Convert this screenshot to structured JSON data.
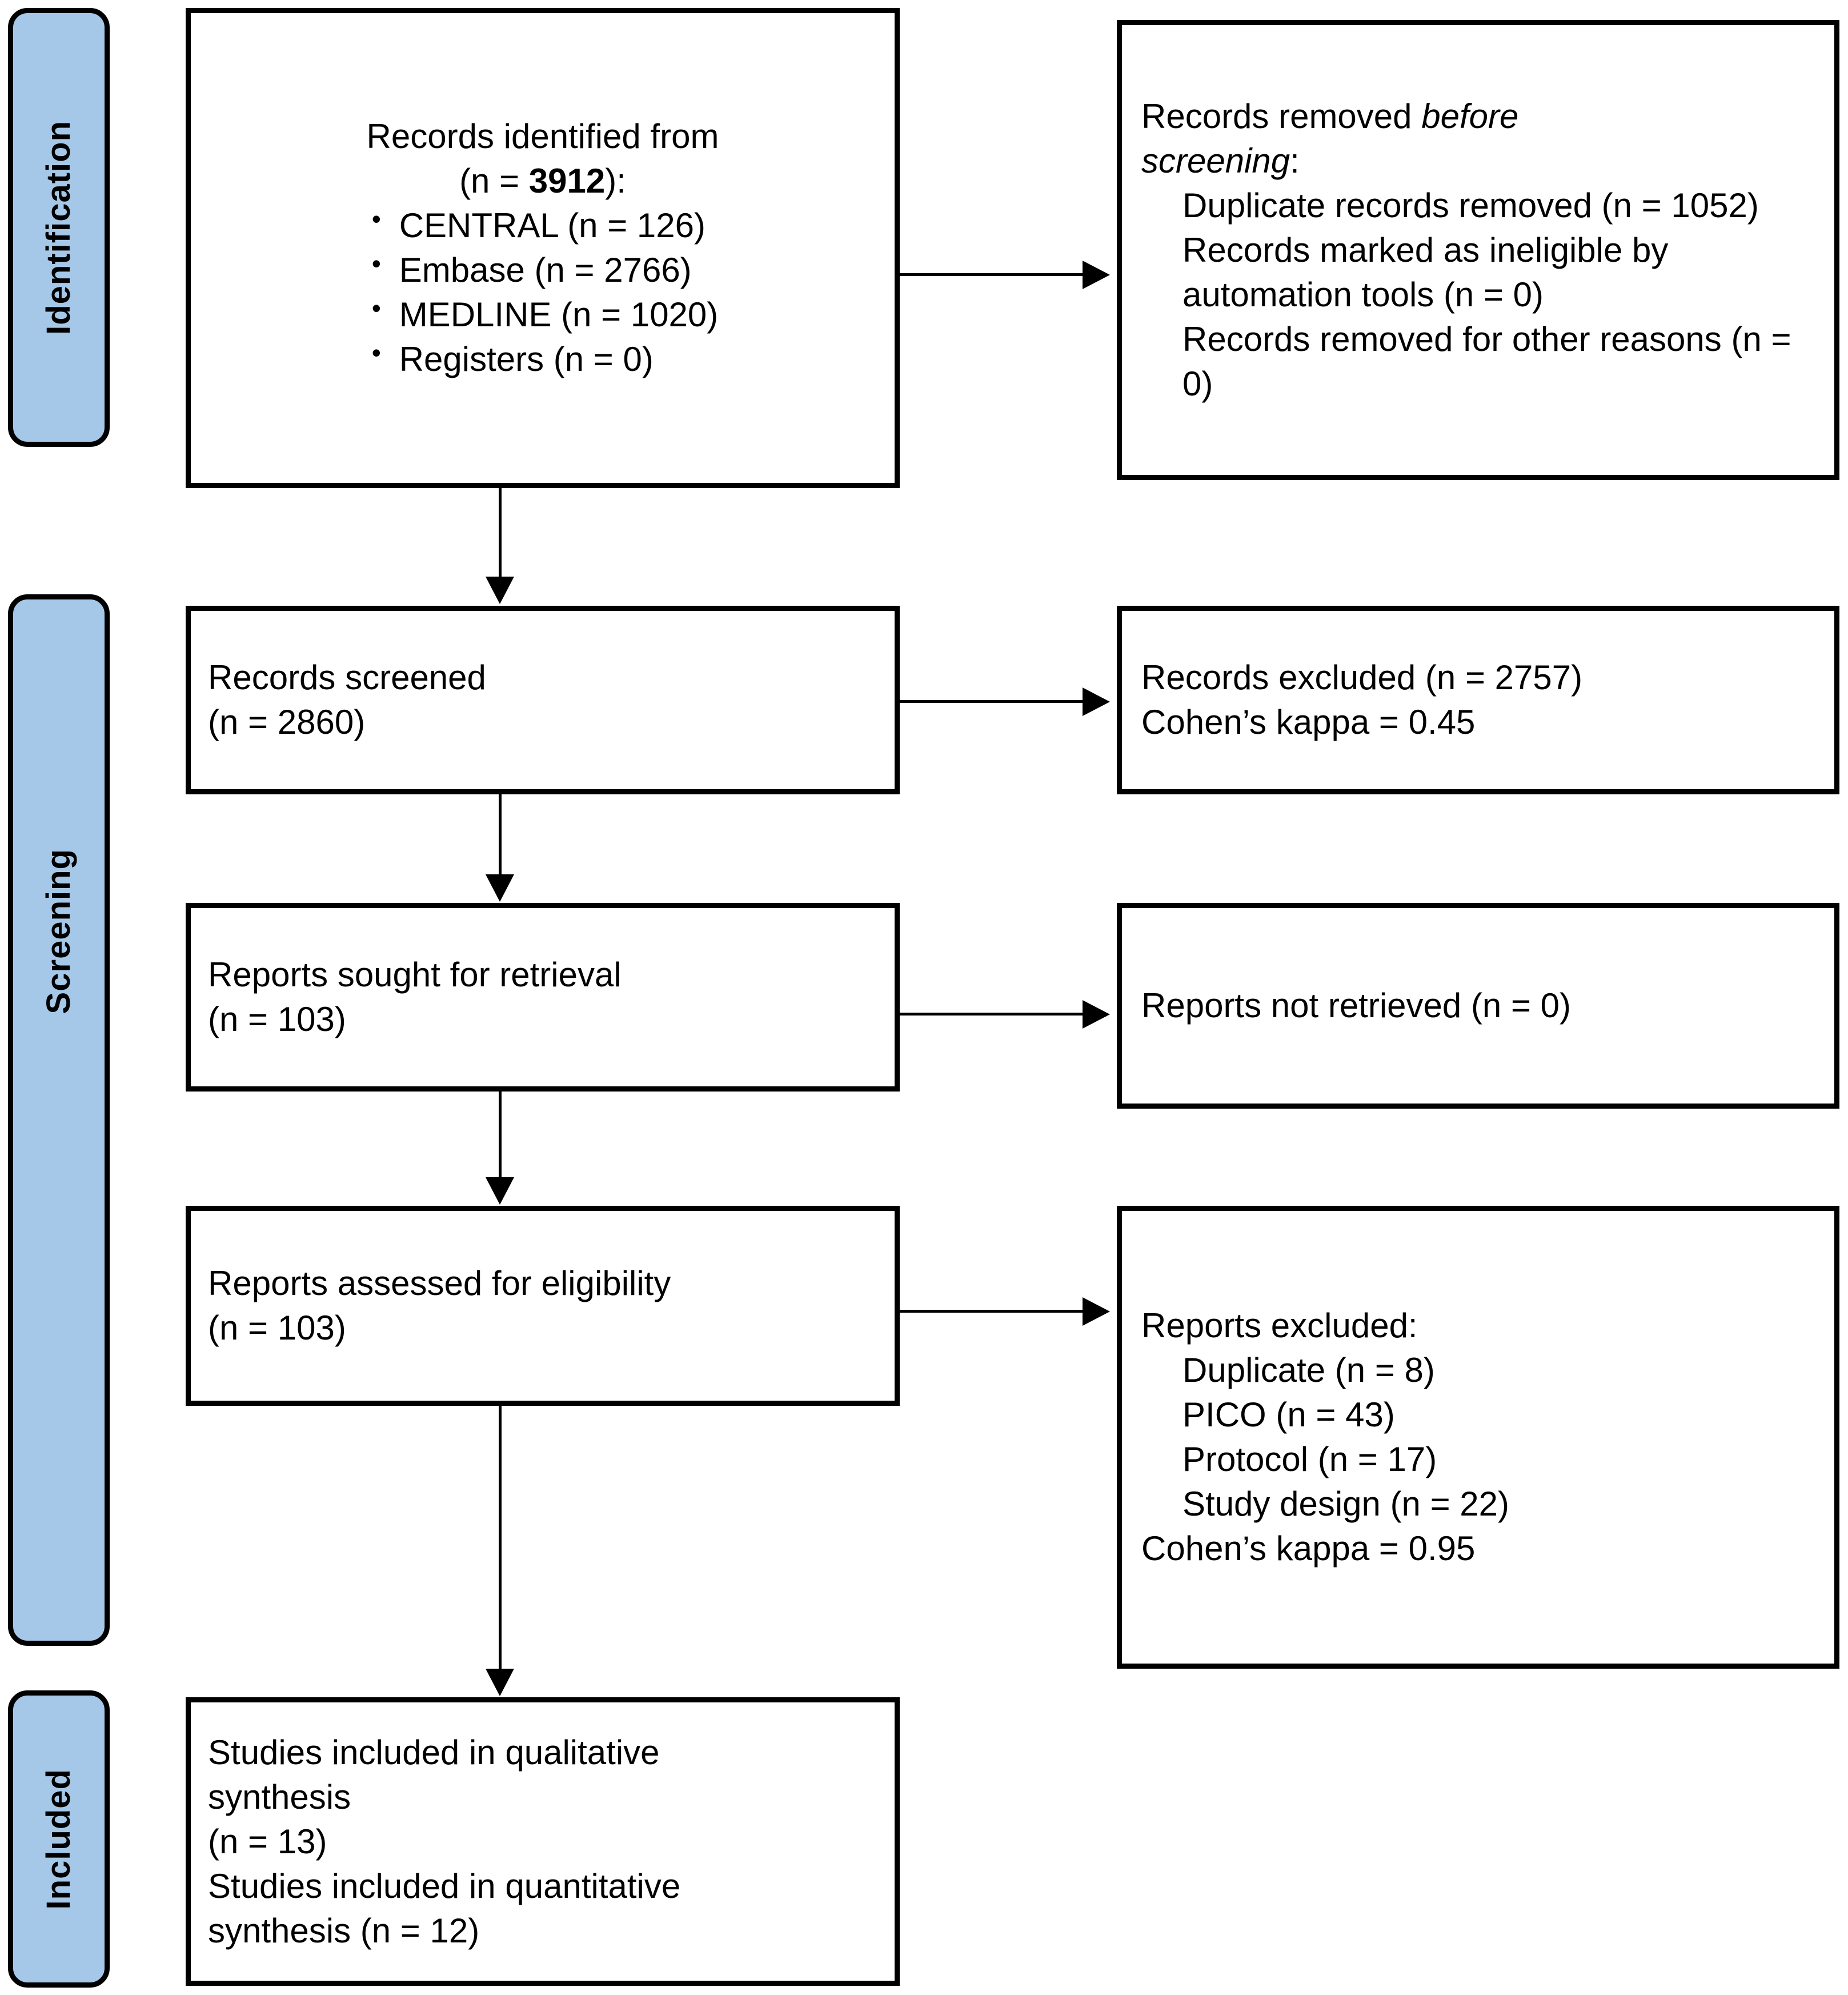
{
  "diagram": {
    "title": "PRISMA flow diagram",
    "accent_color": "#A5C8E8",
    "border_color": "#000000",
    "background_color": "#FFFFFF"
  },
  "stages": [
    {
      "key": "identification",
      "label": "Identification"
    },
    {
      "key": "screening",
      "label": "Screening"
    },
    {
      "key": "included",
      "label": "Included"
    }
  ],
  "boxes": {
    "records_identified": {
      "heading_line1": "Records identified from",
      "heading_line2_prefix": "(n = ",
      "heading_total": "3912",
      "heading_line2_suffix": "):",
      "sources": [
        "CENTRAL (n = 126)",
        "Embase (n = 2766)",
        "MEDLINE (n = 1020)",
        "Registers (n = 0)"
      ]
    },
    "records_removed": {
      "line1_prefix": "Records removed ",
      "line1_em": "before",
      "line2_em": "screening",
      "line2_suffix": ":",
      "items": [
        "Duplicate records removed (n = 1052)",
        "Records marked as ineligible by automation tools (n = 0)",
        "Records removed for other reasons (n = 0)"
      ]
    },
    "records_screened": {
      "line1": "Records screened",
      "line2": "(n = 2860)"
    },
    "records_excluded": {
      "line1": "Records excluded (n = 2757)",
      "line2": "Cohen’s kappa = 0.45"
    },
    "reports_sought": {
      "line1": "Reports sought for retrieval",
      "line2": "(n = 103)"
    },
    "reports_not_retrieved": {
      "line1": "Reports not retrieved (n = 0)"
    },
    "reports_assessed": {
      "line1": "Reports assessed for eligibility",
      "line2": "(n = 103)"
    },
    "reports_excluded": {
      "heading": "Reports excluded:",
      "reasons": [
        "Duplicate (n = 8)",
        "PICO (n = 43)",
        "Protocol (n = 17)",
        "Study design (n = 22)"
      ],
      "footer": "Cohen’s kappa = 0.95"
    },
    "studies_included": {
      "line1": "Studies included in qualitative",
      "line2": "synthesis",
      "line3": "(n = 13)",
      "line4": "Studies included in quantitative",
      "line5": "synthesis (n = 12)"
    }
  }
}
